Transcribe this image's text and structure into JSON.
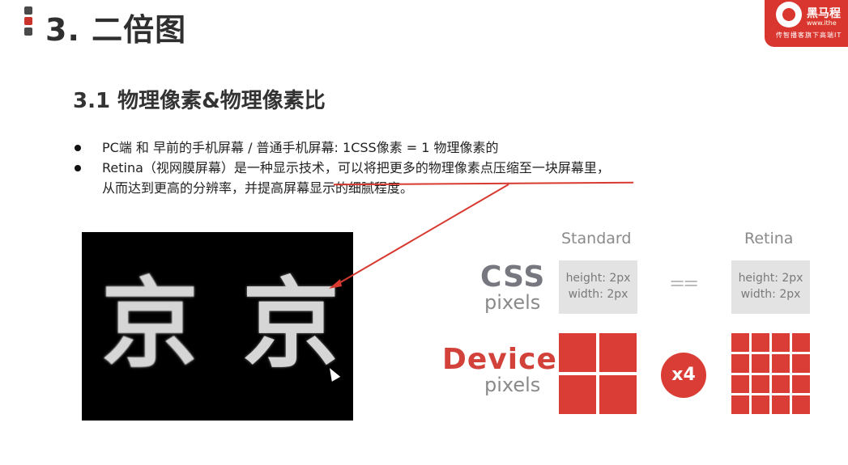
{
  "header": {
    "title": "3. 二倍图",
    "logo": {
      "name": "黑马程",
      "url": "www.ithe",
      "slogan": "传智播客旗下高端IT"
    }
  },
  "section": {
    "title": "3.1 物理像素&物理像素比"
  },
  "bullets": [
    {
      "text": "PC端 和 早前的手机屏幕 / 普通手机屏幕: 1CSS像素 = 1 物理像素的"
    },
    {
      "text": "Retina（视网膜屏幕）是一种显示技术，可以将把更多的物理像素点压缩至一块屏幕里，",
      "continuation": "从而达到更高的分辨率，并提高屏幕显示的细腻程度。"
    }
  ],
  "photo": {
    "glyph_left": "京",
    "glyph_right": "京"
  },
  "diagram": {
    "standard_label": "Standard",
    "retina_label": "Retina",
    "css_label": "CSS",
    "css_sub": "pixels",
    "device_label": "Device",
    "device_sub": "pixels",
    "standard_box": {
      "height": "height: 2px",
      "width": "width: 2px"
    },
    "retina_box": {
      "height": "height: 2px",
      "width": "width: 2px"
    },
    "equals": "==",
    "multiplier": "x4",
    "standard_grid": 2,
    "retina_grid": 4
  },
  "colors": {
    "accent_red": "#d93d35",
    "title_gray": "#2f2f2f"
  }
}
